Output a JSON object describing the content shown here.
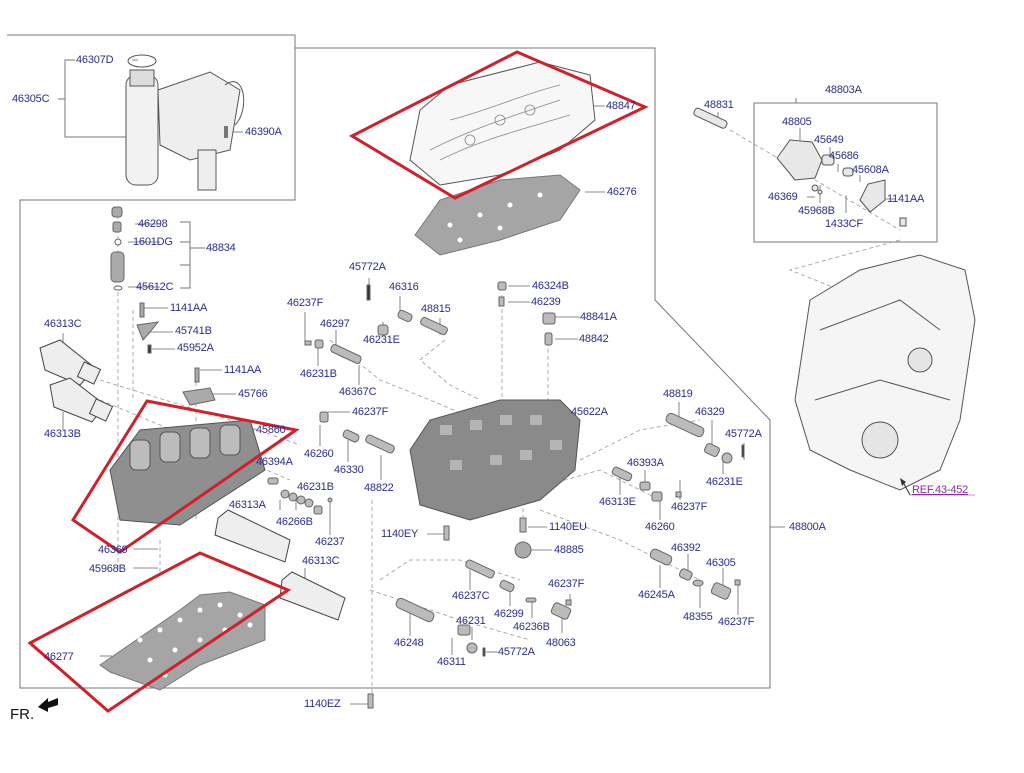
{
  "diagram": {
    "title": "Automatic Transaxle Valve Body Assembly",
    "orientation_label": "FR.",
    "reference_link": "REF.43-452",
    "colors": {
      "label": "#2c2e8c",
      "highlight": "#d0202a",
      "reference": "#8b2a9e",
      "frame": "#777777",
      "part_fill": "#9a9a9a"
    },
    "highlighted_parts": [
      "48847",
      "45860",
      "46277"
    ],
    "labels": {
      "l46307D": "46307D",
      "l46305C": "46305C",
      "l46390A": "46390A",
      "l46298": "46298",
      "l1601DG": "1601DG",
      "l48834": "48834",
      "l45612C": "45612C",
      "l1141AA_1": "1141AA",
      "l45741B": "45741B",
      "l45952A": "45952A",
      "l46313C_1": "46313C",
      "l1141AA_2": "1141AA",
      "l45766": "45766",
      "l46313B": "46313B",
      "l45860": "45860",
      "l46394A": "46394A",
      "l46231B_2": "46231B",
      "l46313A": "46313A",
      "l46266B": "46266B",
      "l46237": "46237",
      "l46313C_2": "46313C",
      "l46369_1": "46369",
      "l45968B_1": "45968B",
      "l46277": "46277",
      "l1140EZ": "1140EZ",
      "l48847": "48847",
      "l46276": "46276",
      "l45772A_1": "45772A",
      "l46237F_1": "46237F",
      "l46316": "46316",
      "l48815": "48815",
      "l46297": "46297",
      "l46231E_1": "46231E",
      "l46231B_1": "46231B",
      "l46367C": "46367C",
      "l46237F_2": "46237F",
      "l46260_1": "46260",
      "l46330": "46330",
      "l48822": "48822",
      "l46324B": "46324B",
      "l46239": "46239",
      "l48841A": "48841A",
      "l48842": "48842",
      "l45622A": "45622A",
      "l1140EY": "1140EY",
      "l1140EU": "1140EU",
      "l48885": "48885",
      "l46237C": "46237C",
      "l46299": "46299",
      "l46236B": "46236B",
      "l46237F_3": "46237F",
      "l48063": "48063",
      "l46248": "46248",
      "l46231": "46231",
      "l46311": "46311",
      "l45772A_3": "45772A",
      "l48819": "48819",
      "l46329": "46329",
      "l45772A_2": "45772A",
      "l46231E_2": "46231E",
      "l46393A": "46393A",
      "l46313E": "46313E",
      "l46237F_4": "46237F",
      "l46260_2": "46260",
      "l46392": "46392",
      "l46305": "46305",
      "l46245A": "46245A",
      "l48355": "48355",
      "l46237F_5": "46237F",
      "l48800A": "48800A",
      "l48831": "48831",
      "l48803A": "48803A",
      "l48805": "48805",
      "l45649": "45649",
      "l45686": "45686",
      "l45608A": "45608A",
      "l46369_2": "46369",
      "l45968B_2": "45968B",
      "l1141AA_3": "1141AA",
      "l1433CF": "1433CF"
    }
  }
}
